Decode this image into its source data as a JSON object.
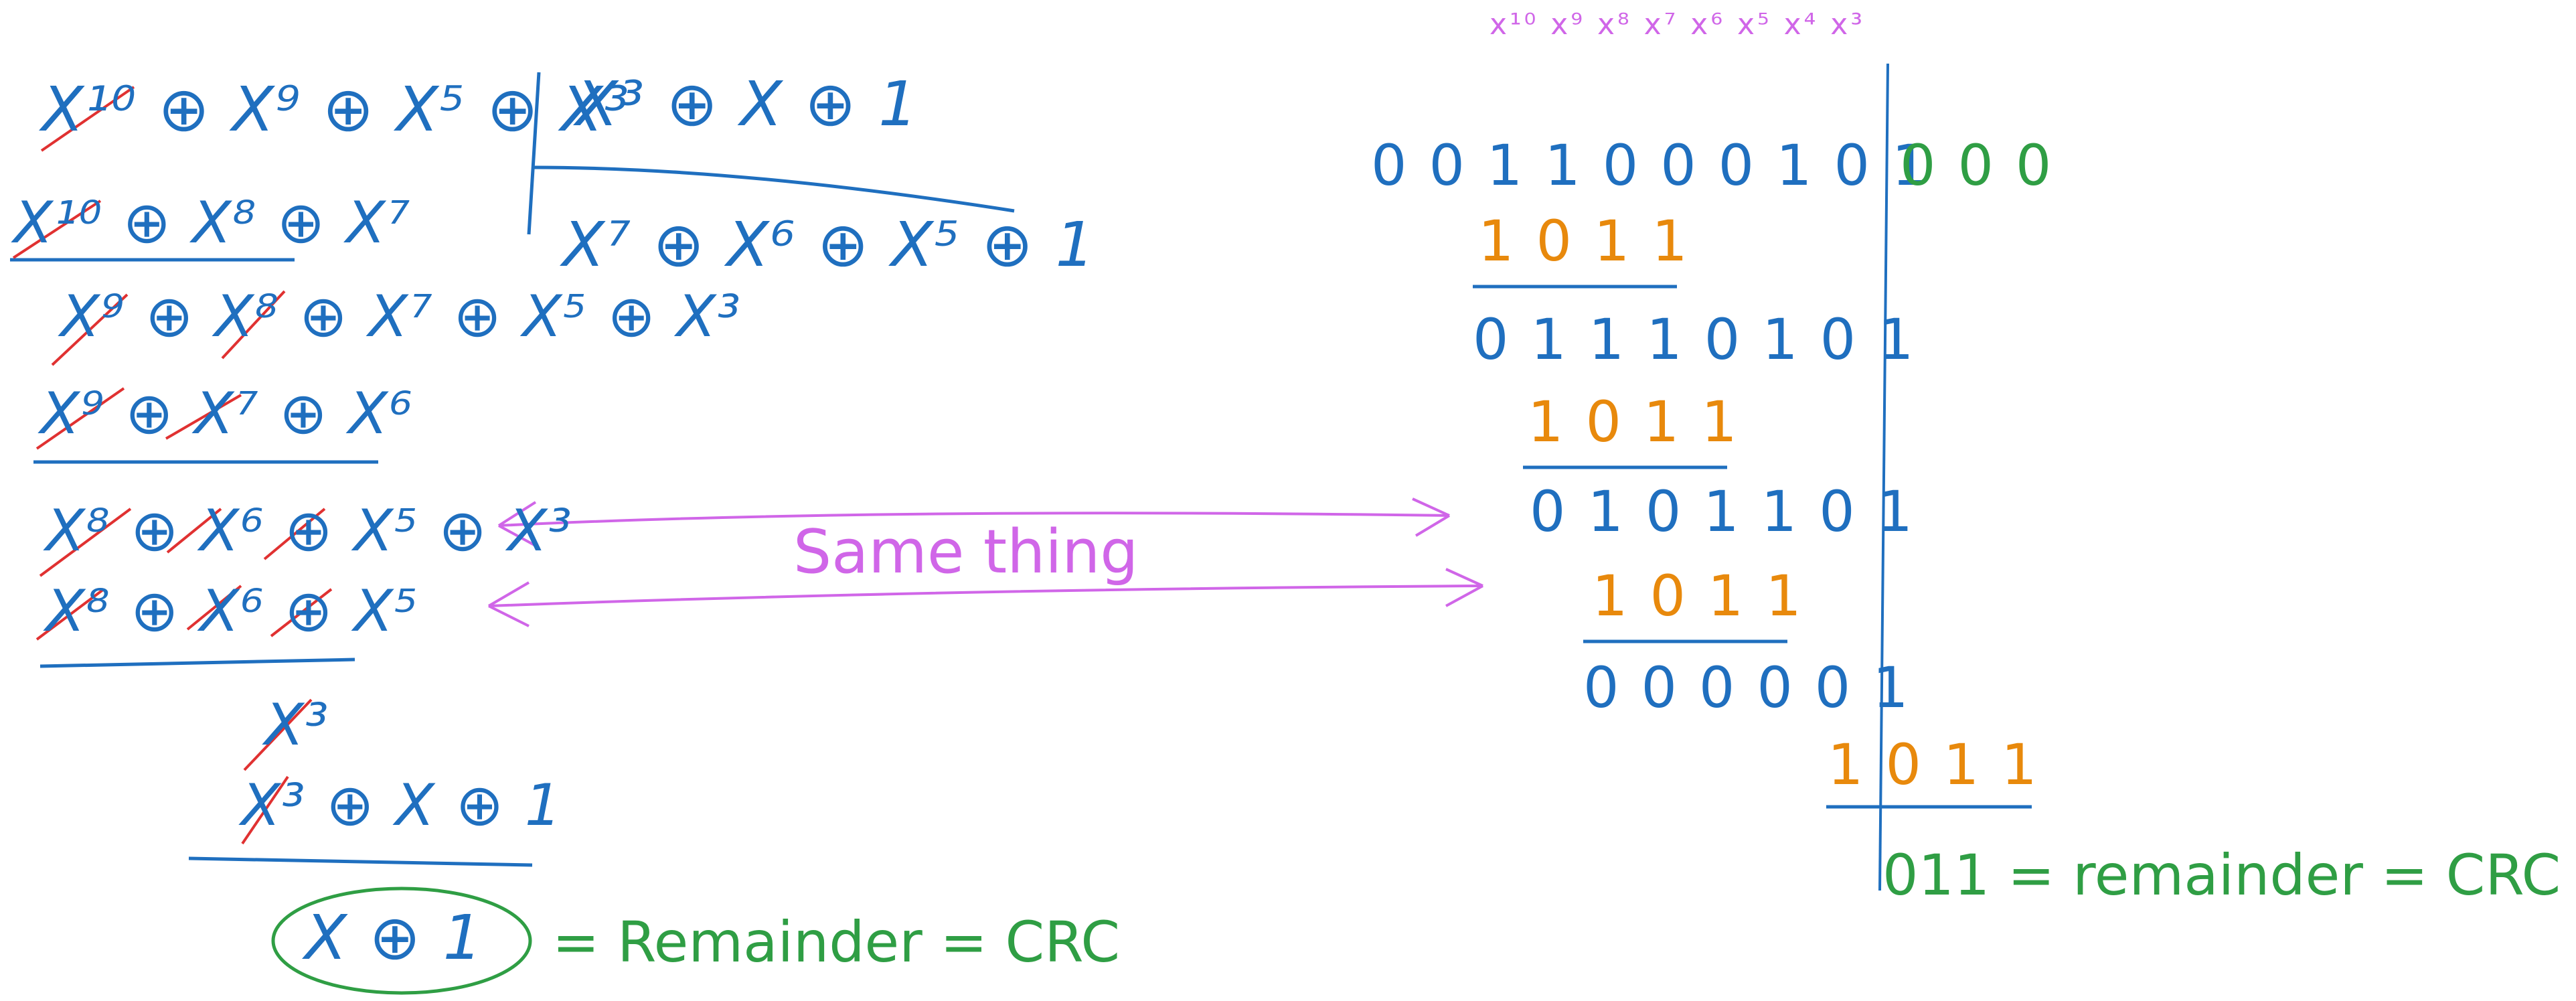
{
  "polynomial_division": {
    "dividend": "X¹⁰ ⊕ X⁹ ⊕ X⁵ ⊕ X³",
    "divisor": "X³ ⊕ X ⊕ 1",
    "quotient": "X⁷ ⊕ X⁶ ⊕ X⁵ ⊕ 1",
    "steps": [
      "X¹⁰ ⊕ X⁸ ⊕ X⁷",
      "X⁹ ⊕ X⁸ ⊕ X⁷ ⊕ X⁵ ⊕ X³",
      "X⁹ ⊕ X⁷ ⊕ X⁶",
      "X⁸ ⊕ X⁶ ⊕ X⁵ ⊕ X³",
      "X⁸ ⊕ X⁶ ⊕ X⁵",
      "X³",
      "X³ ⊕ X ⊕ 1"
    ],
    "remainder": "X ⊕ 1",
    "remainder_label": "= Remainder = CRC"
  },
  "comparison_label": "Same thing",
  "binary_division": {
    "exponent_header": "x¹⁰ x⁹ x⁸ x⁷ x⁶ x⁵ x⁴ x³",
    "dividend_bits": "0011000101",
    "appended_zeros": "000",
    "rows": [
      {
        "bits": "1011",
        "role": "divisor"
      },
      {
        "bits": "01110101",
        "role": "partial"
      },
      {
        "bits": "1011",
        "role": "divisor"
      },
      {
        "bits": "0101101",
        "role": "partial"
      },
      {
        "bits": "1011",
        "role": "divisor"
      },
      {
        "bits": "000001",
        "role": "partial"
      },
      {
        "bits": "1011",
        "role": "divisor"
      }
    ],
    "remainder_text": "011 = remainder = CRC"
  },
  "colors": {
    "polynomial": "#1f6fbf",
    "strike": "#e03131",
    "divisor_bits": "#e8890c",
    "remainder": "#2f9e44",
    "annotation": "#d066e8"
  }
}
